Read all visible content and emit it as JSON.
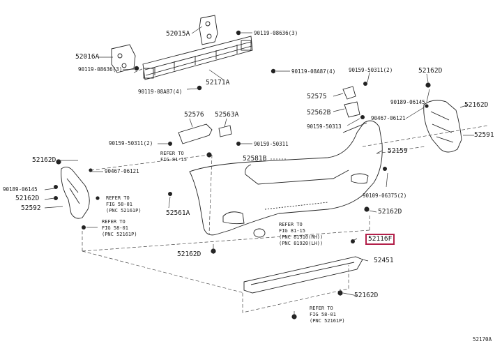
{
  "diagram": {
    "highlight_color": "#b3204a",
    "part_numbers": {
      "p52015A": "52015A",
      "p52016A": "52016A",
      "p90119_08636_3_top": "90119-08636(3)",
      "p90119_08636_3_left": "90119-08636(3)",
      "p90119_08A87_4_right": "90119-08A87(4)",
      "p90119_08A87_4_left": "90119-08A87(4)",
      "p52171A": "52171A",
      "p90159_50311_2_top": "90159-50311(2)",
      "p52575": "52575",
      "p52562B": "52562B",
      "p90159_50313": "90159-50313",
      "p90467_06121_right": "90467-06121",
      "p90189_06145_right": "90189-06145",
      "p52162D_r1": "52162D",
      "p52162D_r2": "52162D",
      "p52591": "52591",
      "p52576": "52576",
      "p52563A": "52563A",
      "p90159_50311_2_mid": "90159-50311(2)",
      "p90159_50311": "90159-50311",
      "p52159": "52159",
      "p52581B": "52581B",
      "p52162D_l1": "52162D",
      "p90467_06121_left": "90467-06121",
      "p90189_06145_left": "90189-06145",
      "p52162D_l2": "52162D",
      "p52592": "52592",
      "p52561A": "52561A",
      "p90109_06375_2": "90109-06375(2)",
      "p52162D_m": "52162D",
      "p52116F": "52116F",
      "p52162D_b": "52162D",
      "p52451": "52451",
      "p52162D_b2": "52162D",
      "p52170A": "52170A"
    },
    "refs": {
      "ref_fig81_top": "REFER TO\nFIG 81-15",
      "ref_fig58_left": "REFER TO\nFIG 58-01\n(PNC 52161P)",
      "ref_fig58_left2": "REFER TO\nFIG 58-01\n(PNC 52161P)",
      "ref_fig81_mid": "REFER TO\nFIG 81-15\n(PNC 81910(RH))\n(PNC 81920(LH))",
      "ref_fig58_bottom": "REFER TO\nFIG 58-01\n(PNC 52161P)"
    }
  }
}
